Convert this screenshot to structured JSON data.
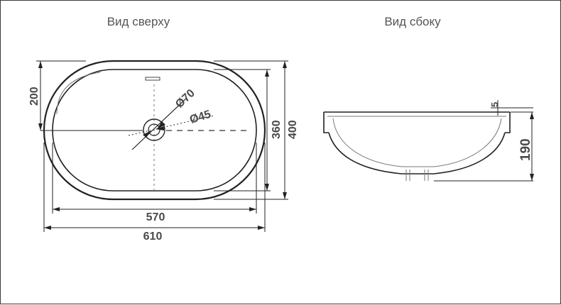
{
  "views": {
    "top_title": "Вид сверху",
    "side_title": "Вид сбоку"
  },
  "dimensions": {
    "top": {
      "half_width": "200",
      "inner_width": "360",
      "outer_width": "400",
      "inner_length": "570",
      "outer_length": "610",
      "drain_outer": "Ø70",
      "drain_inner": "Ø45"
    },
    "side": {
      "rim": "5",
      "height": "190"
    }
  }
}
